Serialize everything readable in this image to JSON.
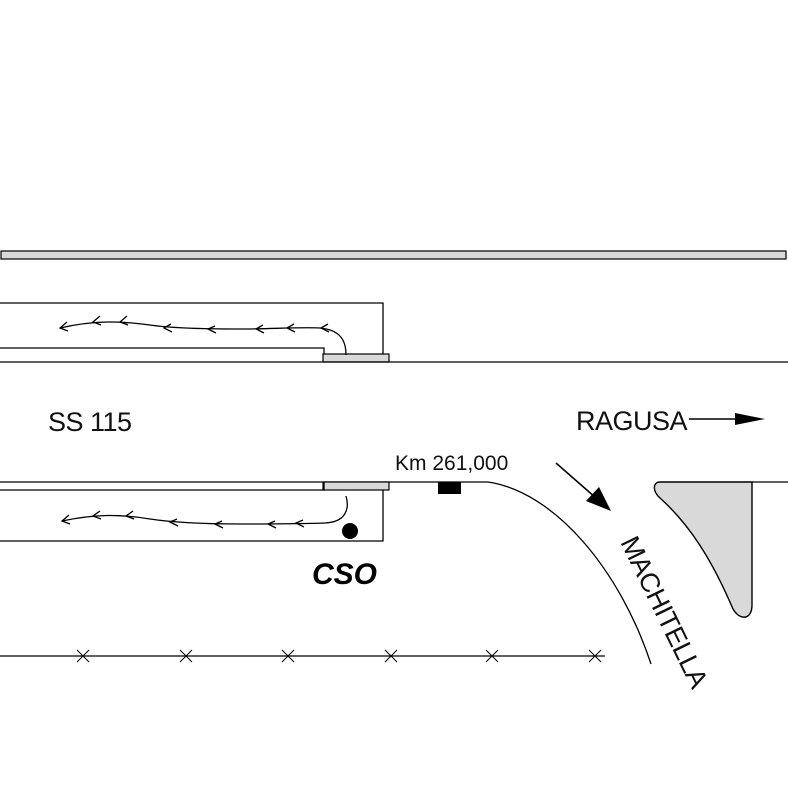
{
  "labels": {
    "road": "SS 115",
    "destination": "RAGUSA",
    "kilometre": "Km 261,000",
    "station": "CSO",
    "branch": "MACHITELLA"
  },
  "colors": {
    "ink": "#000000",
    "barrier_fill": "#d9d9d9",
    "island_fill": "#d9d9d9",
    "background": "#ffffff"
  },
  "icons": {
    "destination_arrow": "arrow-right-icon",
    "branch_arrow": "arrow-down-right-icon",
    "station_marker": "filled-circle-icon",
    "kilometre_marker": "filled-rectangle-icon",
    "fence_posts": "cross-icon",
    "flow_arrows": "chevron-left-icon"
  }
}
